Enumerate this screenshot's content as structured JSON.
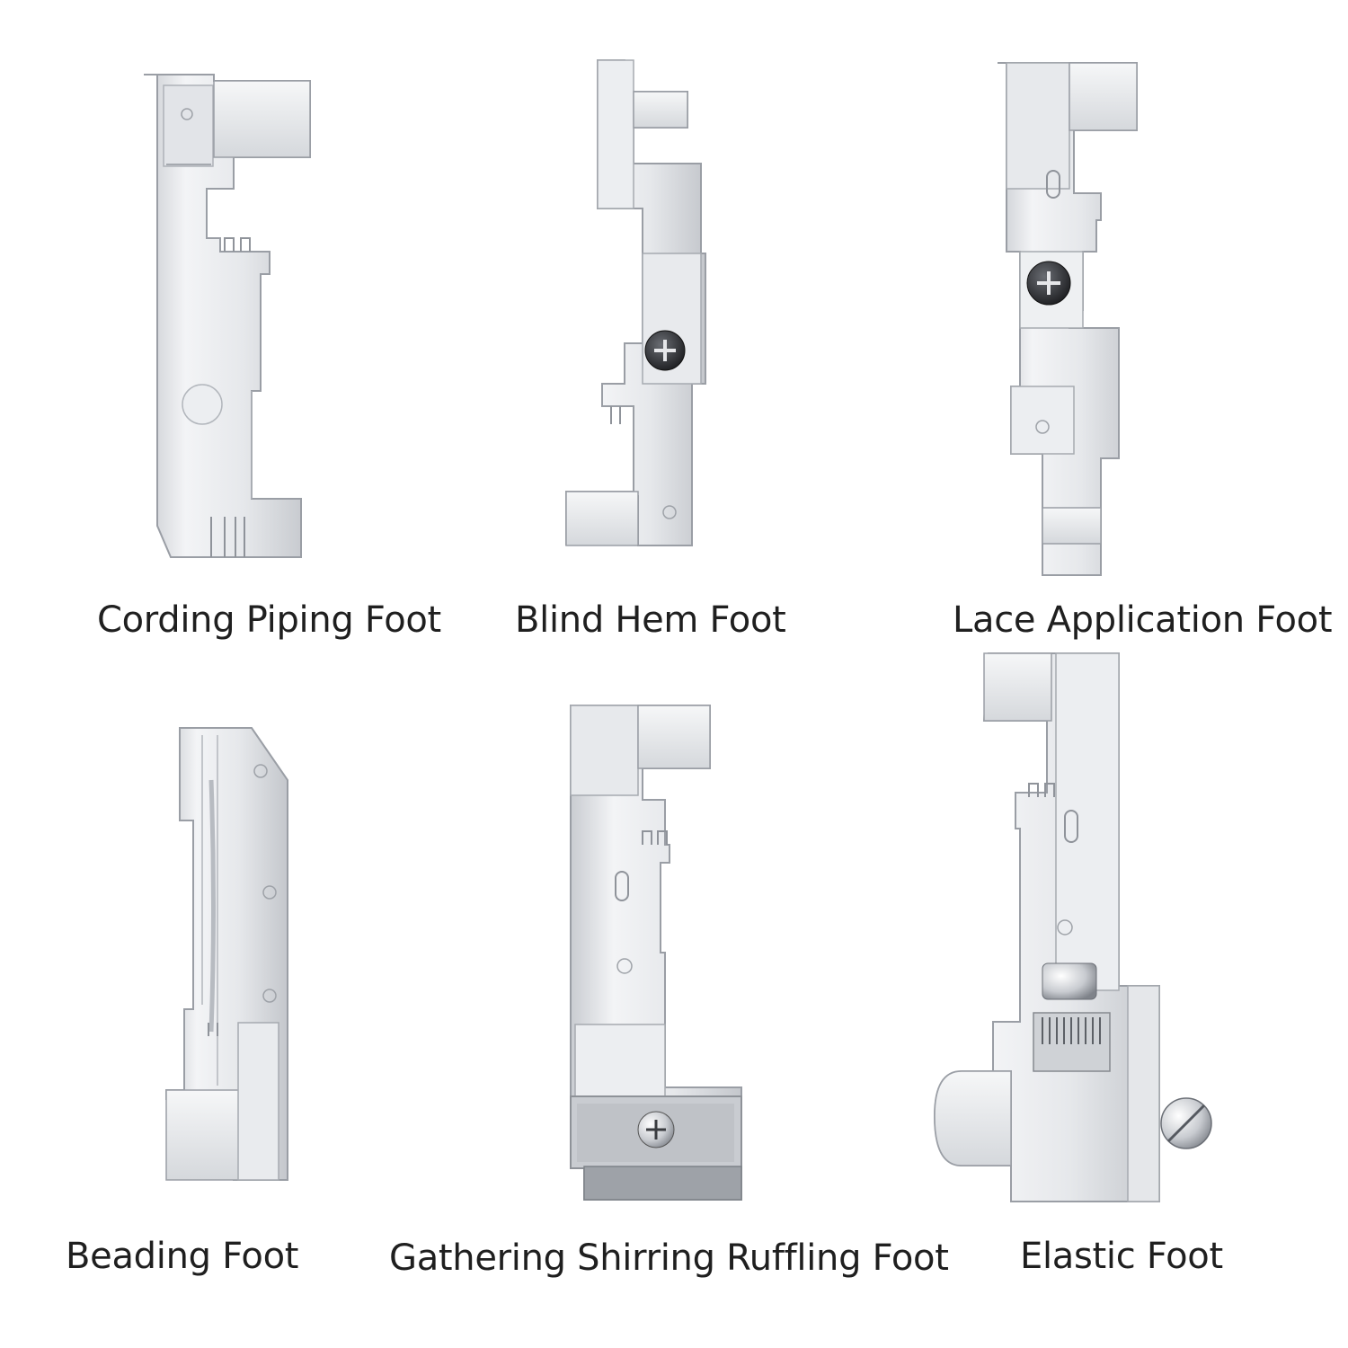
{
  "page": {
    "background": "#ffffff",
    "label_color": "#1f1f1f",
    "metal_colors": {
      "light": "#f5f6f8",
      "mid": "#dfe1e5",
      "dark": "#b9bcc2",
      "outline": "#8c9097",
      "screw": "#2b2d31"
    }
  },
  "feet": [
    {
      "label": "Cording Piping Foot"
    },
    {
      "label": "Blind Hem Foot"
    },
    {
      "label": "Lace Application Foot"
    },
    {
      "label": "Beading Foot"
    },
    {
      "label": "Gathering Shirring Ruffling Foot"
    },
    {
      "label": "Elastic Foot"
    }
  ]
}
